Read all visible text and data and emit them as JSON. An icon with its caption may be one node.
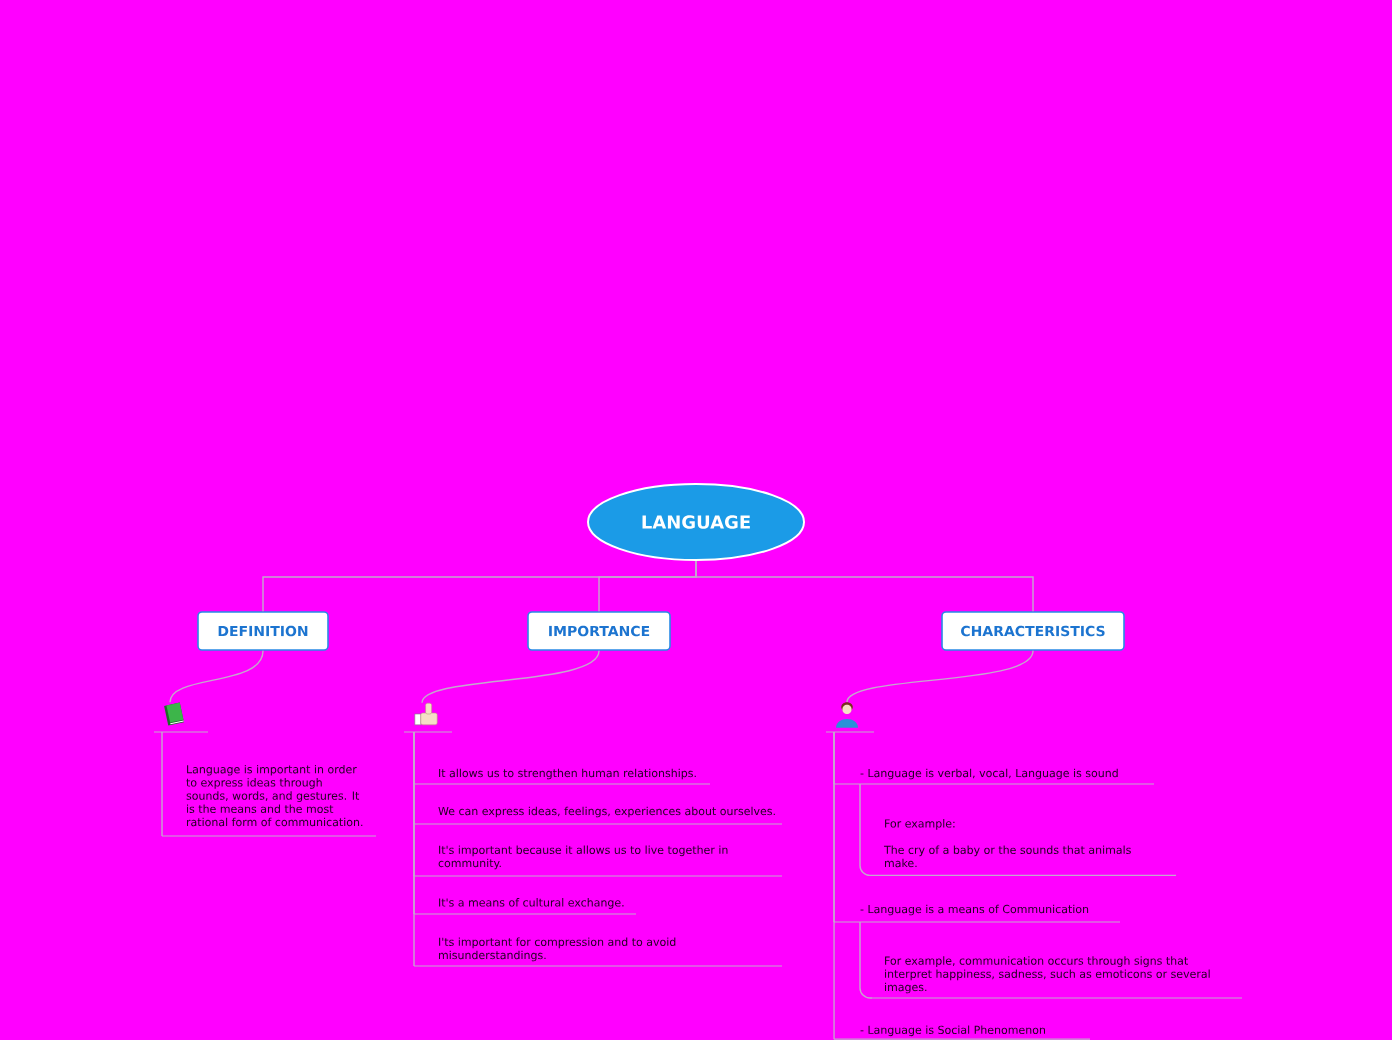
{
  "diagram": {
    "nodes": [
      {
        "text": [
          "LANGUAGE"
        ]
      },
      {
        "text": [
          "DEFINITION"
        ]
      },
      {
        "text": [
          "IMPORTANCE"
        ]
      },
      {
        "text": [
          "CHARACTERISTICS"
        ]
      },
      {
        "text": [],
        "shape": "picture"
      },
      {
        "text": [
          "Language is important in order to express ideas through sounds, words, and gestures. It is the means and the most rational form of communication."
        ]
      },
      {
        "text": [],
        "shape": "picture"
      },
      {
        "text": [
          "It allows us to strengthen human relationships."
        ]
      },
      {
        "text": [
          "We can express ideas, feelings, experiences about ourselves."
        ]
      },
      {
        "text": [
          "It's important because it allows us to live together in community."
        ]
      },
      {
        "text": [
          "It's a means of cultural exchange."
        ]
      },
      {
        "text": [
          "I'ts important for compression and to avoid misunderstandings."
        ]
      },
      {
        "text": [],
        "shape": "picture"
      },
      {
        "text": [
          "- Language is verbal, vocal, Language is sound"
        ]
      },
      {
        "text": [
          "For example:",
          "The cry of a baby or the sounds that animals make."
        ]
      },
      {
        "text": [
          "- Language is a means of Communication"
        ]
      },
      {
        "text": [
          "For example, communication occurs through signs that interpret happiness, sadness, such as emoticons or several images."
        ]
      },
      {
        "text": [
          "- Language is Social Phenomenon"
        ]
      }
    ],
    "edges": [
      {
        "from": 0,
        "to": 1,
        "arrow": "none"
      },
      {
        "from": 0,
        "to": 2,
        "arrow": "none"
      },
      {
        "from": 0,
        "to": 3,
        "arrow": "none"
      },
      {
        "from": 1,
        "to": 4,
        "arrow": "none"
      },
      {
        "from": 4,
        "to": 5,
        "arrow": "none"
      },
      {
        "from": 2,
        "to": 6,
        "arrow": "none"
      },
      {
        "from": 6,
        "to": 7,
        "arrow": "none"
      },
      {
        "from": 6,
        "to": 8,
        "arrow": "none"
      },
      {
        "from": 6,
        "to": 9,
        "arrow": "none"
      },
      {
        "from": 6,
        "to": 10,
        "arrow": "none"
      },
      {
        "from": 6,
        "to": 11,
        "arrow": "none"
      },
      {
        "from": 3,
        "to": 12,
        "arrow": "none"
      },
      {
        "from": 12,
        "to": 13,
        "arrow": "none"
      },
      {
        "from": 13,
        "to": 14,
        "arrow": "none"
      },
      {
        "from": 12,
        "to": 15,
        "arrow": "none"
      },
      {
        "from": 15,
        "to": 16,
        "arrow": "none"
      },
      {
        "from": 12,
        "to": 17,
        "arrow": "none"
      }
    ]
  }
}
